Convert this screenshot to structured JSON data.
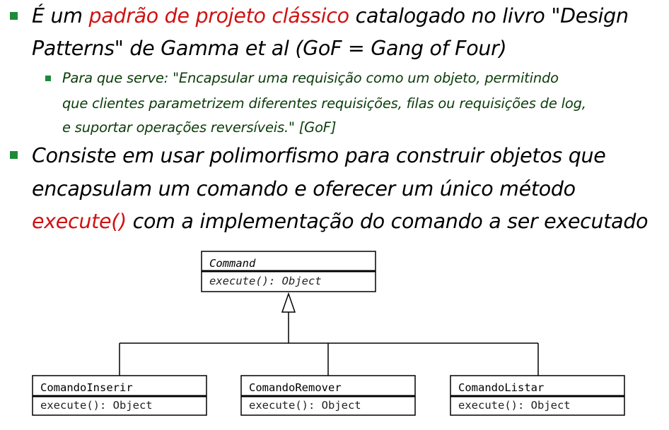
{
  "bullets": [
    {
      "prefix": "É um ",
      "highlight": "padrão de projeto clássico",
      "rest_line1": " catalogado no livro \"Design",
      "line2": "Patterns\" de Gamma et al (GoF = Gang of Four)"
    },
    {
      "line1": "Consiste em usar polimorfismo para construir objetos que",
      "line2": "encapsulam um comando e oferecer um único método",
      "highlight": "execute()",
      "rest_line3": " com a implementação do comando a ser executado"
    }
  ],
  "sub_bullet": {
    "line1": "Para que serve: \"Encapsular uma requisição como um objeto, permitindo",
    "line2": "que clientes parametrizem diferentes requisições, filas ou requisições de log,",
    "line3": "e suportar operações reversíveis.\" [GoF]"
  },
  "uml": {
    "interface": {
      "name": "Command",
      "operation": "execute(): Object"
    },
    "classes": [
      {
        "name": "ComandoInserir",
        "operation": "execute(): Object"
      },
      {
        "name": "ComandoRemover",
        "operation": "execute(): Object"
      },
      {
        "name": "ComandoListar",
        "operation": "execute(): Object"
      }
    ]
  },
  "colors": {
    "bullet_marker": "#1d8a38",
    "highlight_red": "#d11111",
    "sub_text": "#0b3d0b"
  }
}
